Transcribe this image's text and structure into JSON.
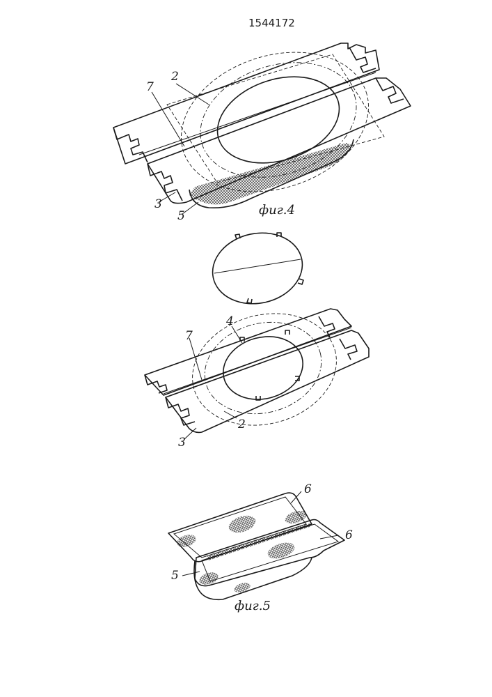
{
  "document": {
    "number": "1544172"
  },
  "figure4": {
    "caption": "фиг.4",
    "callouts": {
      "c2": "2",
      "c7": "7",
      "c3": "3",
      "c5": "5"
    }
  },
  "figure_exploded": {
    "callouts": {
      "c4": "4",
      "c7": "7",
      "c3": "3",
      "c2": "2"
    }
  },
  "figure5": {
    "caption": "фиг.5",
    "callouts": {
      "c6a": "6",
      "c6b": "6",
      "c5": "5"
    }
  }
}
